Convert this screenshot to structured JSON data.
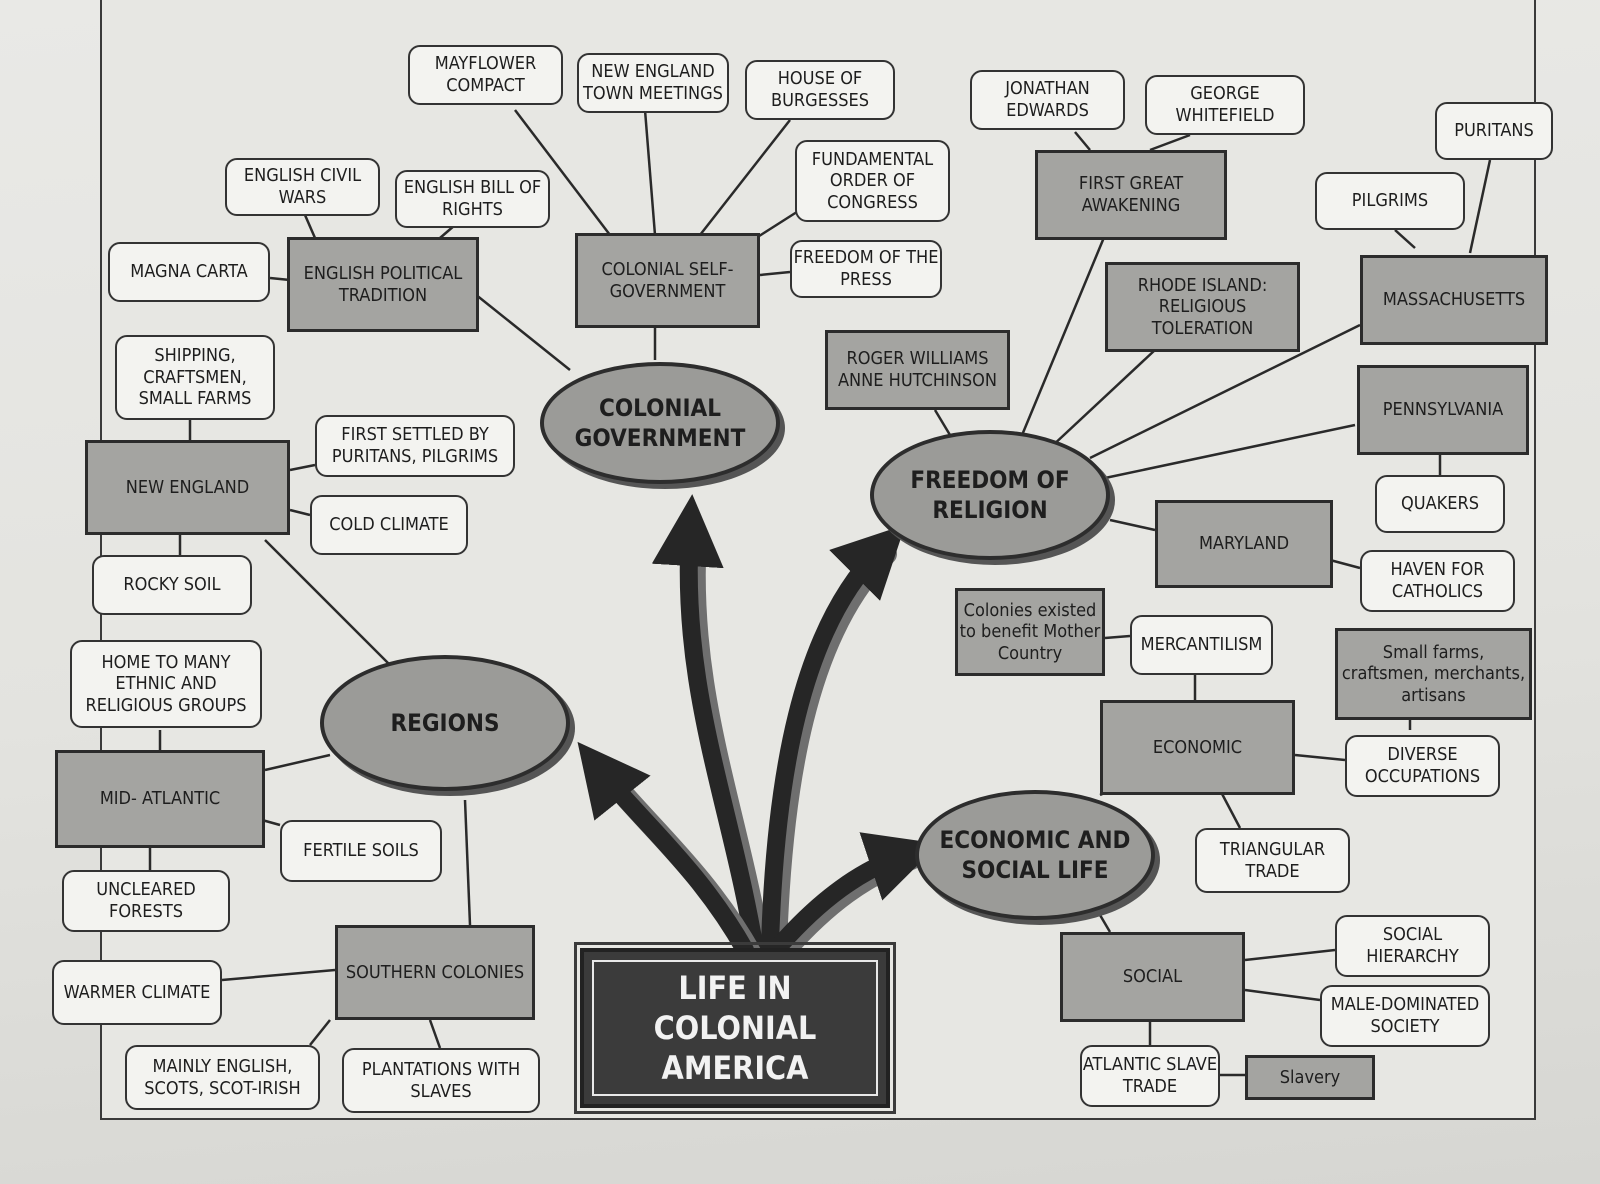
{
  "title": "LIFE IN COLONIAL AMERICA",
  "main_topics": {
    "colonial_government": "COLONIAL GOVERNMENT",
    "freedom_of_religion": "FREEDOM OF RELIGION",
    "regions": "REGIONS",
    "economic_social": "ECONOMIC AND SOCIAL LIFE"
  },
  "government": {
    "english_political_tradition": "ENGLISH POLITICAL TRADITION",
    "colonial_self_government": "COLONIAL SELF-GOVERNMENT",
    "mayflower_compact": "MAYFLOWER COMPACT",
    "new_england_town_meetings": "NEW ENGLAND TOWN MEETINGS",
    "house_of_burgesses": "HOUSE OF BURGESSES",
    "fundamental_orders": "FUNDAMENTAL ORDER OF CONGRESS",
    "freedom_of_press": "FREEDOM OF THE PRESS",
    "english_civil_wars": "ENGLISH CIVIL WARS",
    "english_bill_of_rights": "ENGLISH BILL OF RIGHTS",
    "magna_carta": "MAGNA CARTA"
  },
  "religion": {
    "first_great_awakening": "FIRST GREAT AWAKENING",
    "jonathan_edwards": "JONATHAN EDWARDS",
    "george_whitefield": "GEORGE WHITEFIELD",
    "rhode_island": "RHODE ISLAND: RELIGIOUS TOLERATION",
    "roger_williams": "ROGER WILLIAMS ANNE HUTCHINSON",
    "massachusetts": "MASSACHUSETTS",
    "pilgrims": "PILGRIMS",
    "puritans": "PURITANS",
    "pennsylvania": "PENNSYLVANIA",
    "quakers": "QUAKERS",
    "maryland": "MARYLAND",
    "haven_for_catholics": "HAVEN FOR CATHOLICS"
  },
  "regions": {
    "new_england": "NEW ENGLAND",
    "shipping": "SHIPPING, CRAFTSMEN, SMALL FARMS",
    "first_settled": "FIRST SETTLED BY PURITANS, PILGRIMS",
    "cold_climate": "COLD CLIMATE",
    "rocky_soil": "ROCKY SOIL",
    "mid_atlantic": "MID- ATLANTIC",
    "home_to_many": "HOME TO MANY ETHNIC AND RELIGIOUS GROUPS",
    "fertile_soils": "FERTILE SOILS",
    "uncleared_forests": "UNCLEARED FORESTS",
    "southern_colonies": "SOUTHERN COLONIES",
    "warmer_climate": "WARMER CLIMATE",
    "mainly_english": "MAINLY ENGLISH, SCOTS, SCOT-IRISH",
    "plantations": "PLANTATIONS WITH SLAVES"
  },
  "economic_social": {
    "economic": "ECONOMIC",
    "mercantilism": "MERCANTILISM",
    "colonies_existed": "Colonies existed to benefit Mother Country",
    "small_farms": "Small farms, craftsmen, merchants, artisans",
    "diverse_occupations": "DIVERSE OCCUPATIONS",
    "triangular_trade": "TRIANGULAR TRADE",
    "social": "SOCIAL",
    "social_hierarchy": "SOCIAL HIERARCHY",
    "male_dominated": "MALE-DOMINATED SOCIETY",
    "atlantic_slave_trade": "ATLANTIC SLAVE TRADE",
    "slavery": "Slavery"
  },
  "colors": {
    "page": "#e7e7e3",
    "gray_box": "#a4a4a1",
    "oval": "#9b9b98",
    "title_box": "#3b3b3b",
    "line": "#2a2a2a"
  }
}
